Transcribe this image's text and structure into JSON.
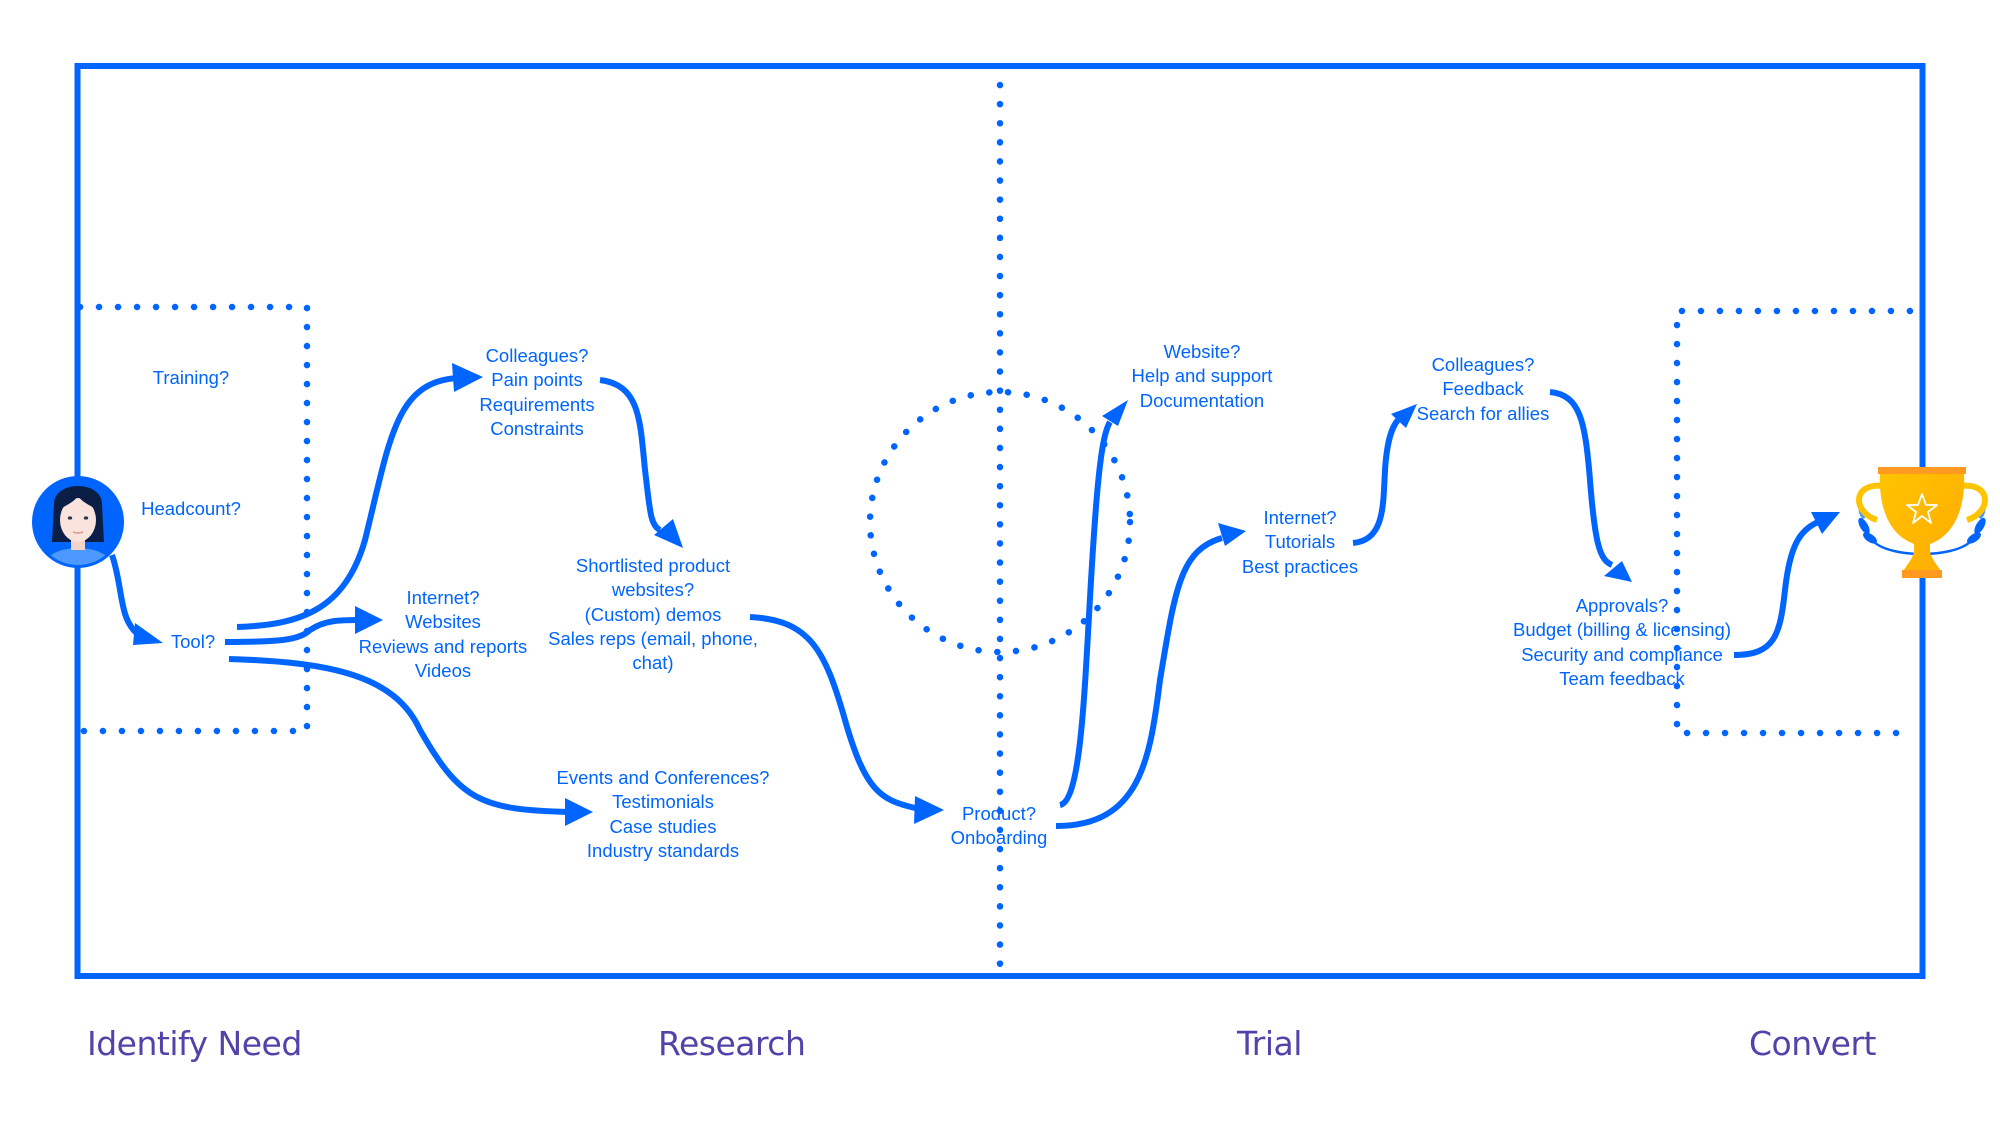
{
  "colors": {
    "primary_blue": "#0065FF",
    "phase_purple": "#5243AA",
    "trophy_gold": "#FFAB00",
    "trophy_orange": "#FF8B00",
    "background": "#FFFFFF"
  },
  "icons": {
    "persona": "user-avatar-icon",
    "goal": "trophy-icon"
  },
  "phases": [
    {
      "id": "identify-need",
      "label": "Identify Need"
    },
    {
      "id": "research",
      "label": "Research"
    },
    {
      "id": "trial",
      "label": "Trial"
    },
    {
      "id": "convert",
      "label": "Convert"
    }
  ],
  "nodes": {
    "training": {
      "lines": [
        "Training?"
      ]
    },
    "headcount": {
      "lines": [
        "Headcount?"
      ]
    },
    "tool": {
      "lines": [
        "Tool?"
      ]
    },
    "colleagues_research": {
      "lines": [
        "Colleagues?",
        "Pain points",
        "Requirements",
        "Constraints"
      ]
    },
    "internet_research": {
      "lines": [
        "Internet?",
        "Websites",
        "Reviews and reports",
        "Videos"
      ]
    },
    "shortlisted": {
      "lines": [
        "Shortlisted product",
        "websites?",
        "(Custom) demos",
        "Sales reps (email, phone,",
        "chat)"
      ]
    },
    "events": {
      "lines": [
        "Events and Conferences?",
        "Testimonials",
        "Case studies",
        "Industry standards"
      ]
    },
    "product": {
      "lines": [
        "Product?",
        "Onboarding"
      ]
    },
    "website": {
      "lines": [
        "Website?",
        "Help and support",
        "Documentation"
      ]
    },
    "internet_trial": {
      "lines": [
        "Internet?",
        "Tutorials",
        "Best practices"
      ]
    },
    "colleagues_trial": {
      "lines": [
        "Colleagues?",
        "Feedback",
        "Search for allies"
      ]
    },
    "approvals": {
      "lines": [
        "Approvals?",
        "Budget (billing & licensing)",
        "Security and compliance",
        "Team feedback"
      ]
    }
  },
  "flows": [
    {
      "from": "persona",
      "to": "tool"
    },
    {
      "from": "tool",
      "to": "colleagues_research"
    },
    {
      "from": "tool",
      "to": "internet_research"
    },
    {
      "from": "tool",
      "to": "events"
    },
    {
      "from": "colleagues_research",
      "to": "shortlisted"
    },
    {
      "from": "shortlisted",
      "to": "product"
    },
    {
      "from": "product",
      "to": "website"
    },
    {
      "from": "product",
      "to": "internet_trial"
    },
    {
      "from": "internet_trial",
      "to": "colleagues_trial"
    },
    {
      "from": "colleagues_trial",
      "to": "approvals"
    },
    {
      "from": "approvals",
      "to": "goal"
    }
  ]
}
